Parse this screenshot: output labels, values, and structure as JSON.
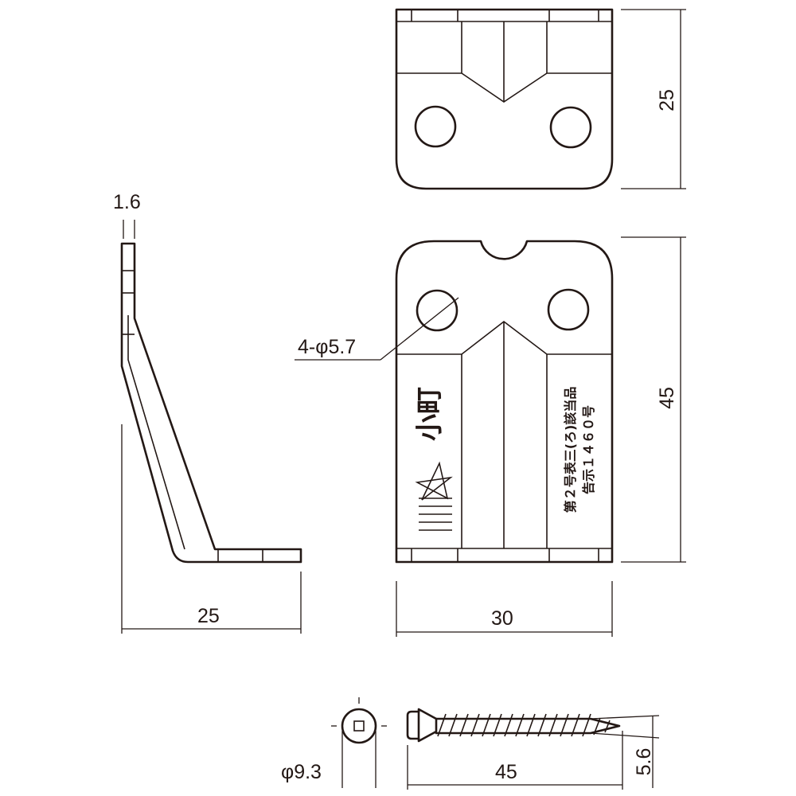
{
  "dimensions": {
    "thickness": "1.6",
    "side_width": "25",
    "top_height": "25",
    "front_height": "45",
    "front_width": "30",
    "hole_callout": "4-φ5.7",
    "screw_head_dia": "φ9.3",
    "screw_length": "45",
    "screw_shank_dia": "5.6"
  },
  "markings": {
    "brand": "小町",
    "certification_line1": "告示１４６０号",
    "certification_line2": "第２号表三(ろ)該当品"
  }
}
